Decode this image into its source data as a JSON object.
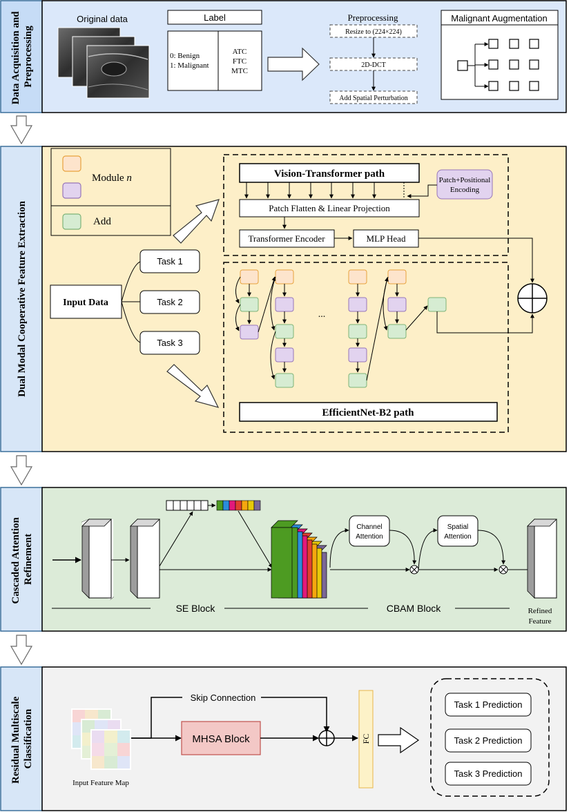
{
  "sections": [
    {
      "title_lines": [
        "Data Acquisition and",
        "Preprocessing"
      ],
      "bg": "#dbe8fa",
      "side_bg": "#c6dcf6"
    },
    {
      "title_lines": [
        "Dual  Modal  Cooperative Feature Extraction"
      ],
      "bg": "#fdefc8",
      "side_bg": "#d7e6f7"
    },
    {
      "title_lines": [
        "Cascaded Attention",
        "Refinement"
      ],
      "bg": "#dcebd8",
      "side_bg": "#d7e6f7"
    },
    {
      "title_lines": [
        "Residual Multiscale",
        "Classification"
      ],
      "bg": "#f2f2f2",
      "side_bg": "#d7e6f7"
    }
  ],
  "s1": {
    "original_data": "Original data",
    "label_title": "Label",
    "label_left": [
      "0: Benign",
      "1: Malignant"
    ],
    "label_right": [
      "ATC",
      "FTC",
      "MTC"
    ],
    "preprocessing_title": "Preprocessing",
    "steps": [
      "Resize to (224×224)",
      "2D-DCT",
      "Add Spatial Perturbation"
    ],
    "augmentation_title": "Malignant Augmentation"
  },
  "s2": {
    "legend_module": "Module",
    "legend_module_var": "n",
    "legend_add": "Add",
    "input_data": "Input Data",
    "tasks": [
      "Task 1",
      "Task 2",
      "Task 3"
    ],
    "vit_path": "Vision-Transformer path",
    "patch_encoding": [
      "Patch+Positional",
      "Encoding"
    ],
    "patch_flatten": "Patch Flatten & Linear Projection",
    "transformer_encoder": "Transformer Encoder",
    "mlp_head": "MLP Head",
    "ellipsis": "...",
    "effnet_path": "EfficientNet-B2 path"
  },
  "s3": {
    "channel_attention": [
      "Channel",
      "Attention"
    ],
    "spatial_attention": [
      "Spatial",
      "Attention"
    ],
    "se_block": "SE Block",
    "cbam_block": "CBAM Block",
    "refined_feature": [
      "Refined",
      "Feature"
    ]
  },
  "s4": {
    "skip_connection": "Skip Connection",
    "mhsa_block": "MHSA Block",
    "fc": "FC",
    "input_feature_map": "Input Feature Map",
    "predictions": [
      "Task 1 Prediction",
      "Task 2 Prediction",
      "Task 3 Prediction"
    ]
  },
  "colors": {
    "module_orange": "#fde4cc",
    "module_orange_border": "#e8a23c",
    "module_purple": "#e2d3ef",
    "module_purple_border": "#9776b8",
    "add_green": "#d6ecd2",
    "add_green_border": "#7db377",
    "mhsa": "#f3c8c6",
    "fc": "#fdf2c8",
    "se_strip": [
      "#4d9b22",
      "#2b8ddb",
      "#e2197b",
      "#e04030",
      "#f5a70f",
      "#e7c90a",
      "#7a6797"
    ]
  }
}
